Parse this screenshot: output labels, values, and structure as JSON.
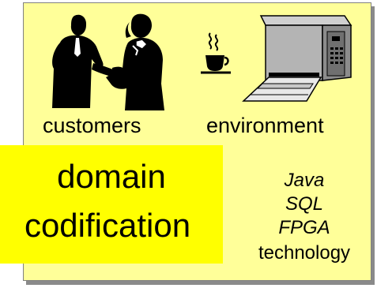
{
  "labels": {
    "customers": "customers",
    "environment": "environment"
  },
  "technology": {
    "items": [
      "Java",
      "SQL",
      "FPGA"
    ],
    "label": "technology"
  },
  "domain": {
    "line1": "domain",
    "line2": "codification"
  },
  "icons": [
    "handshake-icon",
    "coffee-cup-icon",
    "printer-icon"
  ],
  "colors": {
    "panel": "#ffff99",
    "highlight": "#ffff00",
    "shadow": "#8a8a8a"
  }
}
